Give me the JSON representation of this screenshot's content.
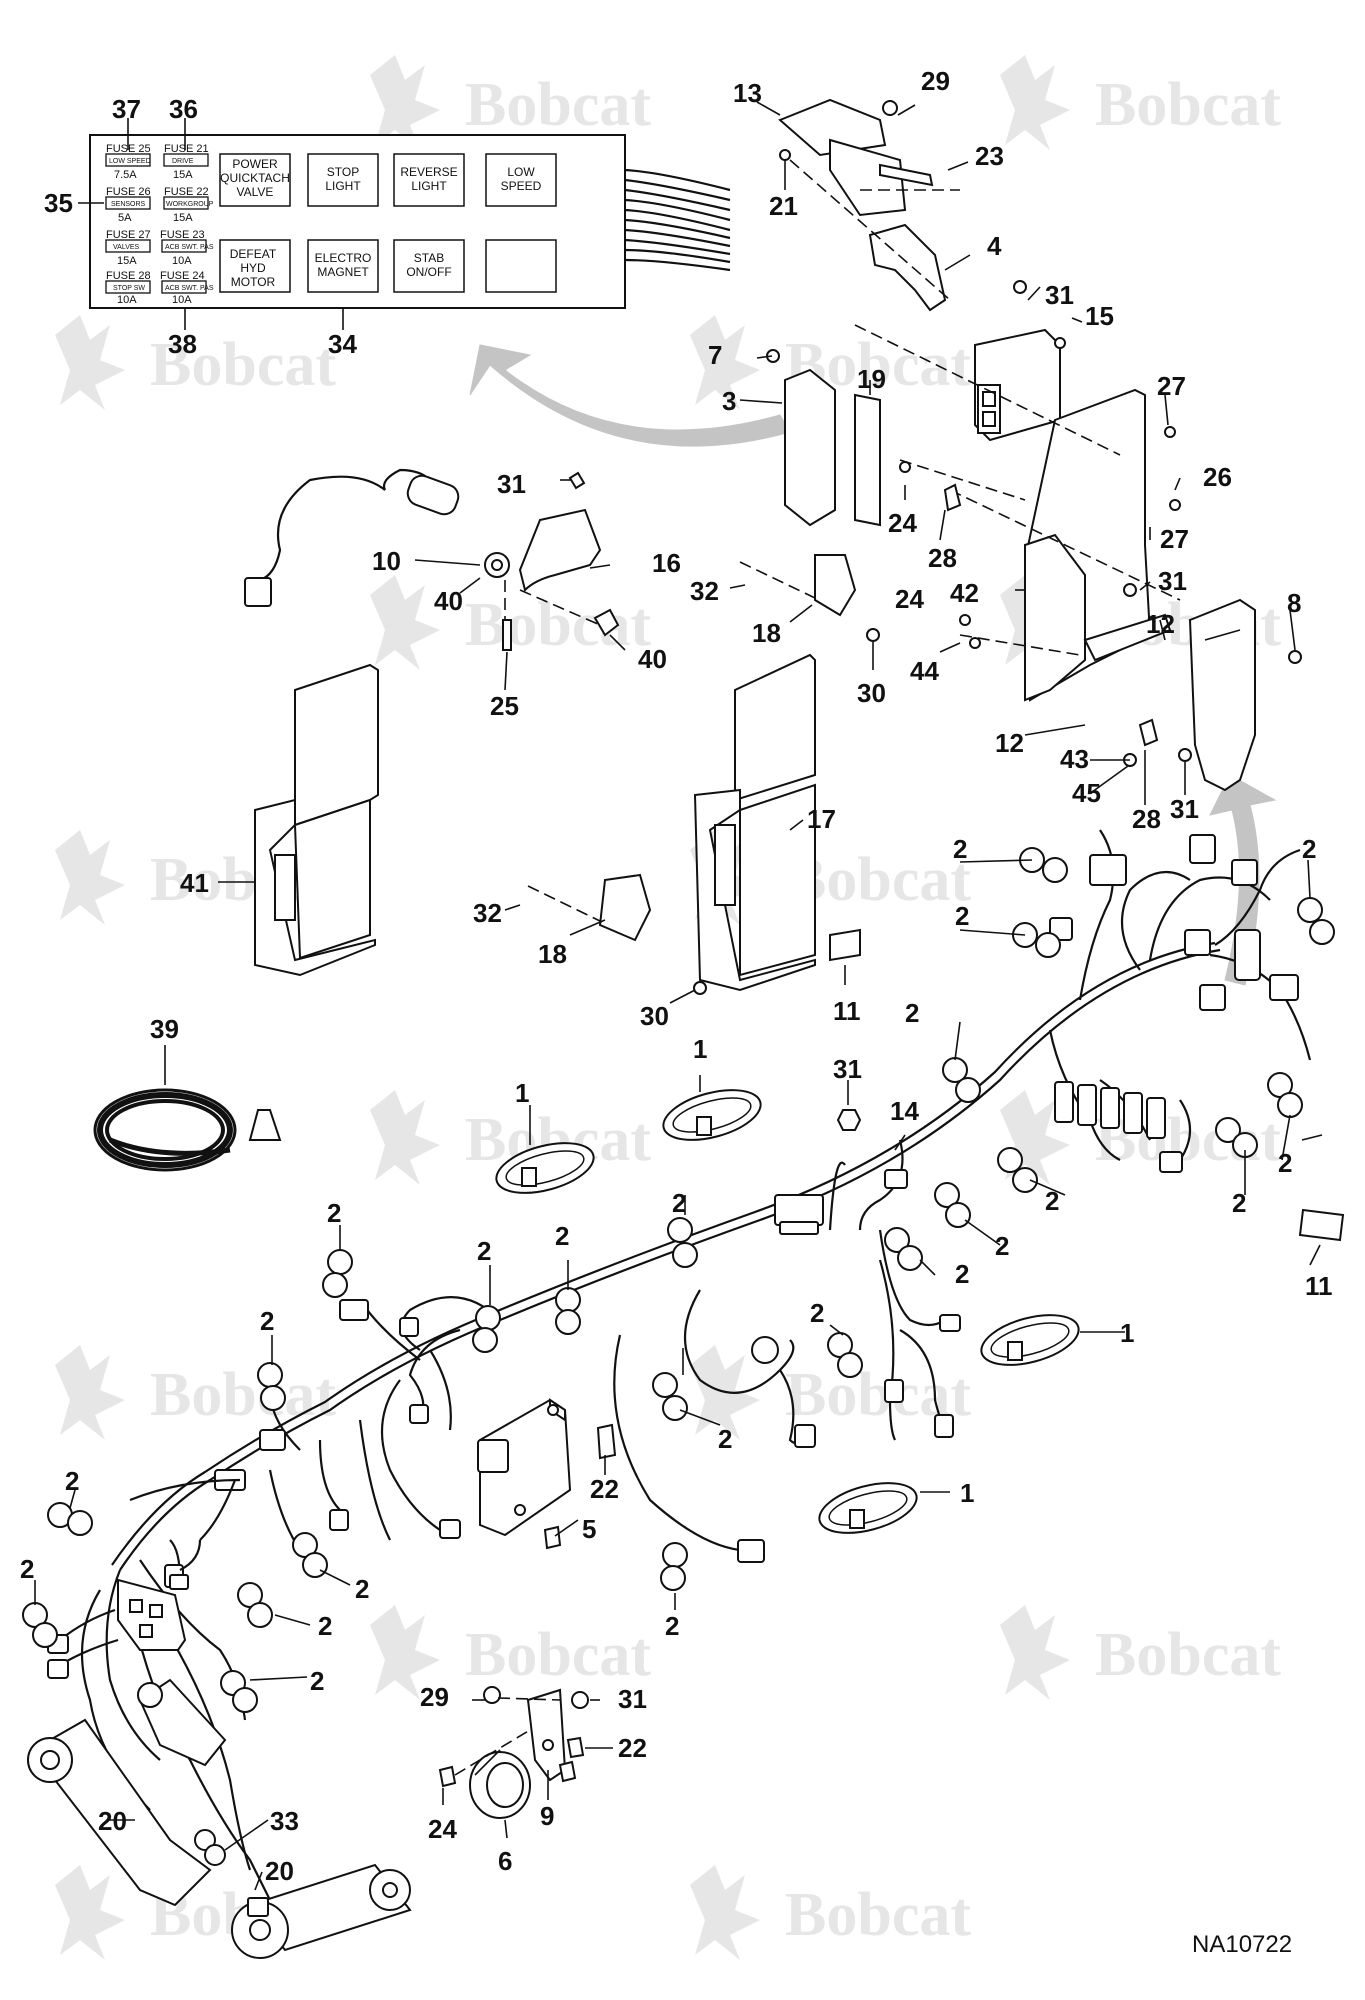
{
  "diagram": {
    "drawing_number": "NA10722",
    "watermark_text": "Bobcat",
    "colors": {
      "ink": "#111111",
      "watermark": "#e6e6e6",
      "arrow": "#bdbdbd"
    }
  },
  "fuse_panel": {
    "fuses": [
      {
        "fuse": "FUSE 25",
        "tag": "LOW SPEED",
        "amp": "7.5A"
      },
      {
        "fuse": "FUSE 21",
        "tag": "DRIVE",
        "amp": "15A"
      },
      {
        "fuse": "FUSE 26",
        "tag": "SENSORS",
        "amp": "5A"
      },
      {
        "fuse": "FUSE 22",
        "tag": "WORKGROUP",
        "amp": "15A"
      },
      {
        "fuse": "FUSE 27",
        "tag": "VALVES",
        "amp": "15A"
      },
      {
        "fuse": "FUSE 23",
        "tag": "ACB SWT. PAS",
        "amp": "10A"
      },
      {
        "fuse": "FUSE 28",
        "tag": "STOP SW",
        "amp": "10A"
      },
      {
        "fuse": "FUSE 24",
        "tag": "ACB SWT. PAS",
        "amp": "10A"
      }
    ],
    "relays": [
      {
        "lines": [
          "POWER",
          "QUICKTACH",
          "VALVE"
        ]
      },
      {
        "lines": [
          "STOP",
          "LIGHT"
        ]
      },
      {
        "lines": [
          "REVERSE",
          "LIGHT"
        ]
      },
      {
        "lines": [
          "LOW",
          "SPEED"
        ]
      },
      {
        "lines": [
          "DEFEAT",
          "HYD",
          "MOTOR"
        ]
      },
      {
        "lines": [
          "ELECTRO",
          "MAGNET"
        ]
      },
      {
        "lines": [
          "STAB",
          "ON/OFF"
        ]
      },
      {
        "lines": []
      }
    ]
  },
  "callouts": [
    "37",
    "36",
    "35",
    "38",
    "34",
    "13",
    "29",
    "23",
    "21",
    "4",
    "31",
    "15",
    "7",
    "19",
    "3",
    "27",
    "26",
    "24",
    "28",
    "27",
    "31",
    "31",
    "10",
    "16",
    "40",
    "40",
    "25",
    "32",
    "18",
    "30",
    "24",
    "42",
    "8",
    "12",
    "44",
    "12",
    "43",
    "45",
    "28",
    "31",
    "41",
    "17",
    "32",
    "18",
    "30",
    "11",
    "2",
    "2",
    "2",
    "2",
    "39",
    "1",
    "1",
    "31",
    "14",
    "2",
    "2",
    "2",
    "11",
    "2",
    "2",
    "2",
    "2",
    "2",
    "2",
    "2",
    "1",
    "2",
    "22",
    "5",
    "2",
    "1",
    "2",
    "2",
    "2",
    "2",
    "2",
    "2",
    "29",
    "31",
    "22",
    "24",
    "9",
    "6",
    "33",
    "20",
    "20"
  ]
}
